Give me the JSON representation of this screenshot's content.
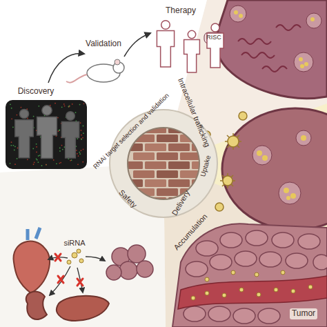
{
  "diagram": {
    "labels": [
      "Therapy",
      "Validation",
      "Discovery",
      "RISC",
      "Intracellular trafficking",
      "RNAi target selection and validation",
      "Uptake",
      "Delivery",
      "Safety",
      "siRNA",
      "Accumulation",
      "Tumor"
    ]
  }
}
